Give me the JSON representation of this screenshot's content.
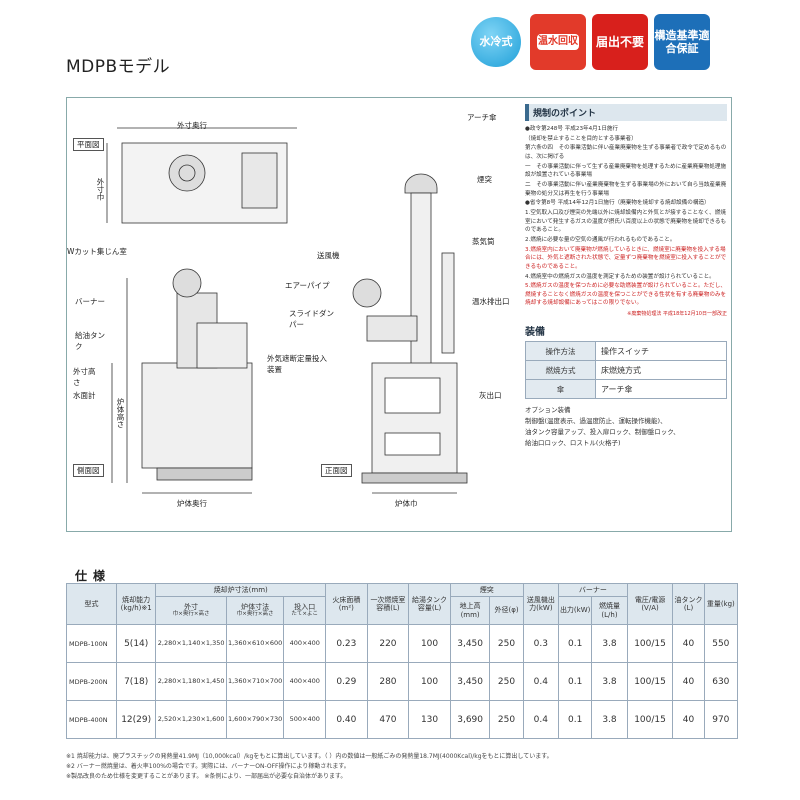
{
  "title": "MDPBモデル",
  "badges": [
    {
      "label": "水冷式",
      "icon": "water-drop-icon",
      "color": "#1e9fd8"
    },
    {
      "label": "温水回収",
      "icon": "thermometer-icon",
      "color": "#e23a2a"
    },
    {
      "label": "届出不要",
      "icon": "",
      "color": "#d8201c"
    },
    {
      "label": "構造基準適合保証",
      "icon": "",
      "color": "#1d6fb8"
    }
  ],
  "drawing": {
    "labels": {
      "outer_depth": "外寸奥行",
      "plan_view": "平面図",
      "outer_width": "外寸巾",
      "w_cut": "Wカット集じん室",
      "burner": "バーナー",
      "oil_tank": "給油タンク",
      "outer_height": "外寸高さ",
      "water_gauge": "水面計",
      "furnace_height": "炉体高さ",
      "side_view": "側面図",
      "furnace_depth": "炉体奥行",
      "blower": "送風機",
      "air_pipe": "エアーパイプ",
      "slide_damper": "スライドダンパー",
      "outside_air": "外気遮断定量投入装置",
      "arch_umbrella": "アーチ傘",
      "chimney": "煙突",
      "steam_pipe": "蒸気筒",
      "ash_outlet": "温水排出口",
      "ash_out": "灰出口",
      "front_view": "正面図",
      "furnace_width": "炉体巾"
    }
  },
  "regulations": {
    "heading": "規制のポイント",
    "paragraphs": [
      "●政令第248号 平成23年4月1日施行",
      "（焼却を禁止することを目的とする事業者）",
      "第六条の四　その事業活動に伴い産業廃棄物を生ずる事業者で政令で定めるものは、次に掲げる",
      "一　その事業活動に伴って生ずる産業廃棄物を処理するために産業廃棄物処理施設が設置されている事業場",
      "二　その事業活動に伴い産業廃棄物を生ずる事業場の外において自ら当該産業廃棄物の処分又は再生を行う事業場",
      "●省令第8号 平成14年12月1日施行（廃棄物を焼却する焼却設備の構造）",
      "1.空気取入口及び煙突の先端以外に焼却設備内と外気とが接することなく、燃焼室において発生するガスの温度が摂氏八百度以上の状態で廃棄物を焼却できるものであること。",
      "2.燃焼に必要な量の空気の通風が行われるものであること。",
      "3.燃焼室内において廃棄物が燃焼しているときに、燃焼室に廃棄物を投入する場合には、外気と遮断された状態で、定量ずつ廃棄物を燃焼室に投入することができるものであること。",
      "4.燃焼室中の燃焼ガスの温度を測定するための装置が設けられていること。",
      "5.燃焼ガスの温度を保つために必要な助燃装置が設けられていること。ただし、燃焼することなく燃焼ガスの温度を保つことができる性状を有する廃棄物のみを焼却する焼却設備にあってはこの限りでない。"
    ],
    "red_paragraph_indices": [
      8,
      10
    ],
    "footnote": "※廃棄物処理法 平成18年12月10日一部改正"
  },
  "equipment": {
    "heading": "装備",
    "rows": [
      {
        "key": "操作方法",
        "value": "操作スイッチ"
      },
      {
        "key": "燃焼方式",
        "value": "床燃焼方式"
      },
      {
        "key": "傘",
        "value": "アーチ傘"
      }
    ],
    "options": [
      "オプション装備",
      "制御盤(温度表示、過温度防止、運転操作機能)、",
      "油タンク容量アップ、投入扉ロック、制御盤ロック、",
      "給油口ロック、ロストル(火格子)"
    ]
  },
  "spec": {
    "title": "仕様",
    "headers": {
      "model": "型式",
      "capacity": "焼却能力(kg/h)※1",
      "dims_group": "焼却炉寸法(mm)",
      "outer": "外寸",
      "outer_sub": "巾×奥行×高さ",
      "furnace": "炉体寸法",
      "furnace_sub": "巾×奥行×高さ",
      "inlet": "投入口",
      "inlet_sub": "たて×よこ",
      "grate": "火床面積(m²)",
      "primary": "一次燃焼室容積(L)",
      "water": "給湯タンク容量(L)",
      "chimney_group": "煙突",
      "height": "地上高(mm)",
      "dia": "外径(φ)",
      "fan": "送風機出力(kW)",
      "burner_group": "バーナー",
      "burner_out": "出力(kW)",
      "fuel": "燃焼量(L/h)",
      "power": "電圧/電源(V/A)",
      "tank": "油タンク(L)",
      "weight": "重量(kg)"
    },
    "rows": [
      {
        "model": "MDPB-100N",
        "capacity": "5(14)",
        "outer": "2,280×1,140×1,350",
        "furnace": "1,360×610×600",
        "inlet": "400×400",
        "grate": "0.23",
        "primary": "220",
        "water": "100",
        "height": "3,450",
        "dia": "250",
        "fan": "0.3",
        "burner": "0.1",
        "fuel": "3.8",
        "power": "100/15",
        "tank": "40",
        "weight": "550"
      },
      {
        "model": "MDPB-200N",
        "capacity": "7(18)",
        "outer": "2,280×1,180×1,450",
        "furnace": "1,360×710×700",
        "inlet": "400×400",
        "grate": "0.29",
        "primary": "280",
        "water": "100",
        "height": "3,450",
        "dia": "250",
        "fan": "0.4",
        "burner": "0.1",
        "fuel": "3.8",
        "power": "100/15",
        "tank": "40",
        "weight": "630"
      },
      {
        "model": "MDPB-400N",
        "capacity": "12(29)",
        "outer": "2,520×1,230×1,600",
        "furnace": "1,600×790×730",
        "inlet": "500×400",
        "grate": "0.40",
        "primary": "470",
        "water": "130",
        "height": "3,690",
        "dia": "250",
        "fan": "0.4",
        "burner": "0.1",
        "fuel": "3.8",
        "power": "100/15",
        "tank": "40",
        "weight": "970"
      }
    ]
  },
  "notes": [
    "※1 焼却能力は、廃プラスチックの発熱量41.9MJ（10,000kcal）/kgをもとに算出しています。（ ）内の数値は一般紙ごみの発熱量18.7MJ(4000Kcal)/kgをもとに算出しています。",
    "※2 バーナー燃焼量は、着火率100%の場合です。実際には、バーナーON-OFF操作により稼動されます。",
    "※製品改良のため仕様を変更することがあります。 ※条例により、一部届出が必要な自治体があります。"
  ]
}
